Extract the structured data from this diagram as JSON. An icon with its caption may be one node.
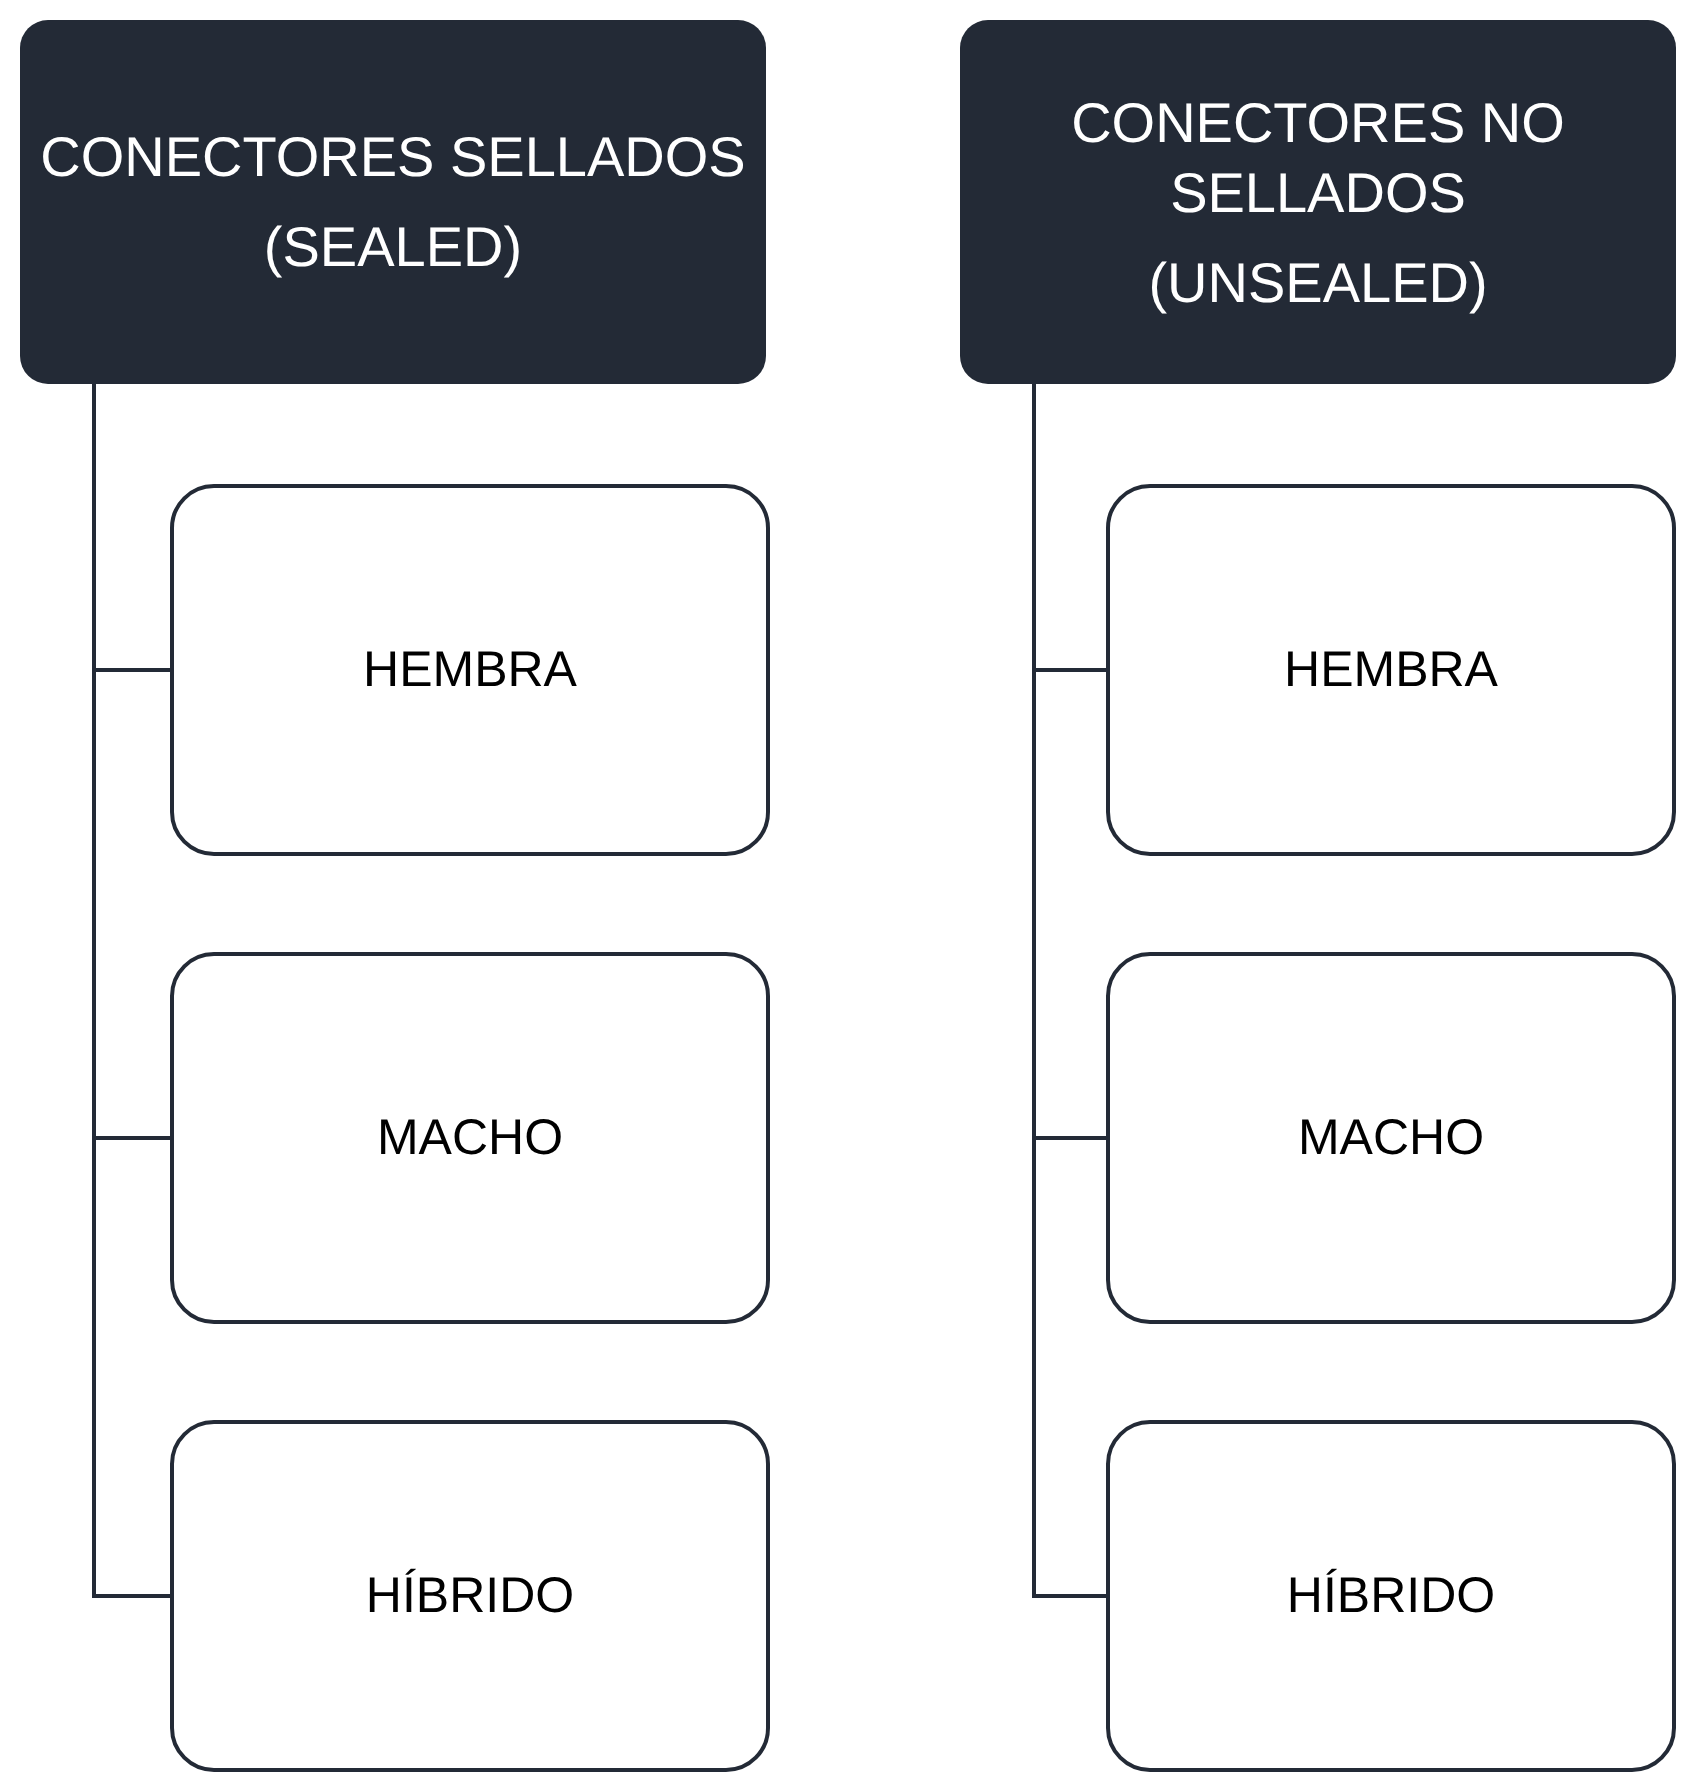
{
  "diagram": {
    "nodes": [
      {
        "text": [
          "CONECTORES SELLADOS",
          "(SEALED)"
        ]
      },
      {
        "text": [
          "HEMBRA"
        ]
      },
      {
        "text": [
          "MACHO"
        ]
      },
      {
        "text": [
          "HÍBRIDO"
        ]
      },
      {
        "text": [
          "CONECTORES NO SELLADOS",
          "(UNSEALED)"
        ]
      },
      {
        "text": [
          "HEMBRA"
        ]
      },
      {
        "text": [
          "MACHO"
        ]
      },
      {
        "text": [
          "HÍBRIDO"
        ]
      }
    ],
    "edges": [
      {
        "from": 0,
        "to": 1,
        "arrow": "none"
      },
      {
        "from": 0,
        "to": 2,
        "arrow": "none"
      },
      {
        "from": 0,
        "to": 3,
        "arrow": "none"
      },
      {
        "from": 4,
        "to": 5,
        "arrow": "none"
      },
      {
        "from": 4,
        "to": 6,
        "arrow": "none"
      },
      {
        "from": 4,
        "to": 7,
        "arrow": "none"
      }
    ]
  }
}
